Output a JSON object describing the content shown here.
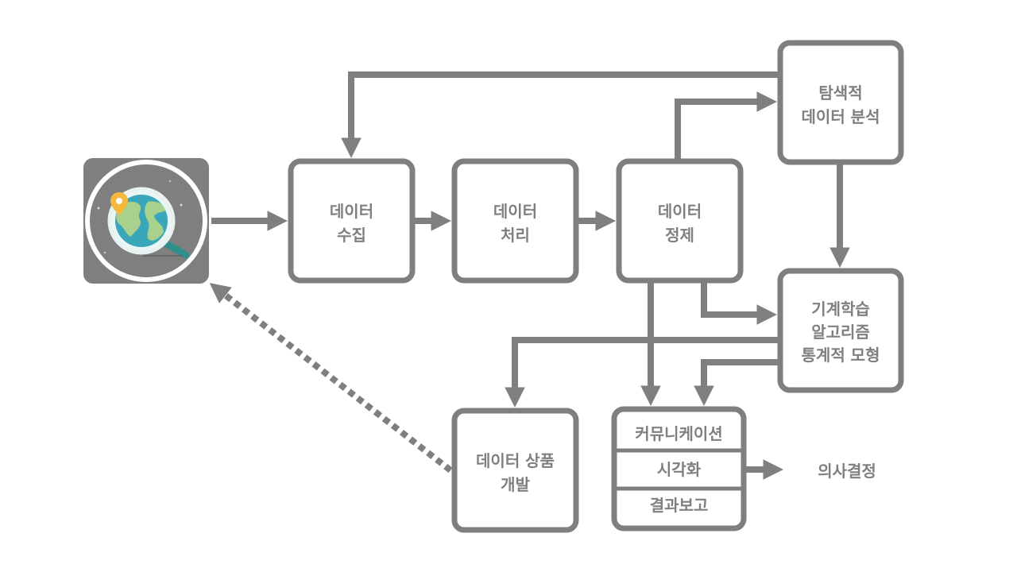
{
  "colors": {
    "box_stroke": "#7f7f7f",
    "text": "#7f7f7f",
    "icon_bg": "#7f7f7f",
    "globe_ocean": "#3aa6b9",
    "globe_land": "#a8d18d",
    "pin": "#f5b83d",
    "magnifier_handle": "#2f8f8a"
  },
  "icon": {
    "name": "globe-search-icon"
  },
  "nodes": {
    "collect": {
      "line1": "데이터",
      "line2": "수집"
    },
    "process": {
      "line1": "데이터",
      "line2": "처리"
    },
    "clean": {
      "line1": "데이터",
      "line2": "정제"
    },
    "eda": {
      "line1": "탐색적",
      "line2": "데이터 분석"
    },
    "ml": {
      "line1": "기계학습",
      "line2": "알고리즘",
      "line3": "통계적 모형"
    },
    "product": {
      "line1": "데이터 상품",
      "line2": "개발"
    },
    "comm": {
      "row1": "커뮤니케이션",
      "row2": "시각화",
      "row3": "결과보고"
    },
    "decision": {
      "label": "의사결정"
    }
  }
}
